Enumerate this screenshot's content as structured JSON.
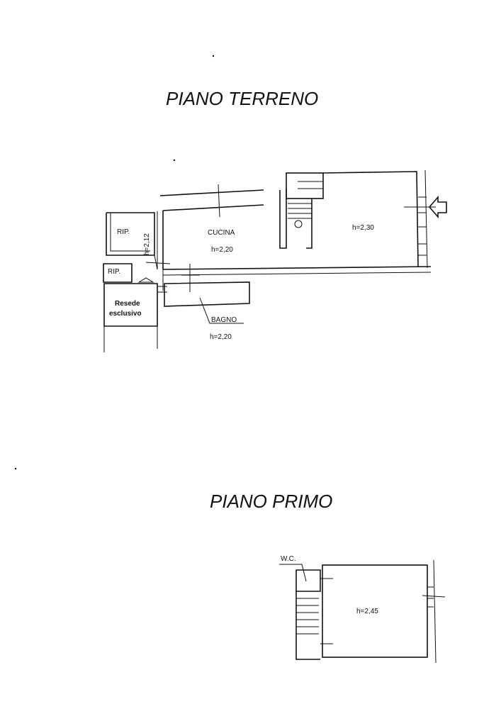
{
  "ground_floor": {
    "title": "PIANO TERRENO",
    "rooms": {
      "rip_upper": "RIP.",
      "rip_lower": "RIP.",
      "rip_height": "h=2,12",
      "cucina": "CUCINA",
      "cucina_height": "h=2,20",
      "main_room_height": "h=2,30",
      "bagno": "BAGNO",
      "bagno_height": "h=2,20",
      "resede_line1": "Resede",
      "resede_line2": "esclusivo"
    }
  },
  "first_floor": {
    "title": "PIANO PRIMO",
    "rooms": {
      "wc": "W.C.",
      "main_room_height": "h=2,45"
    }
  },
  "icons": [
    "entrance-arrow-icon",
    "stair-icon"
  ]
}
